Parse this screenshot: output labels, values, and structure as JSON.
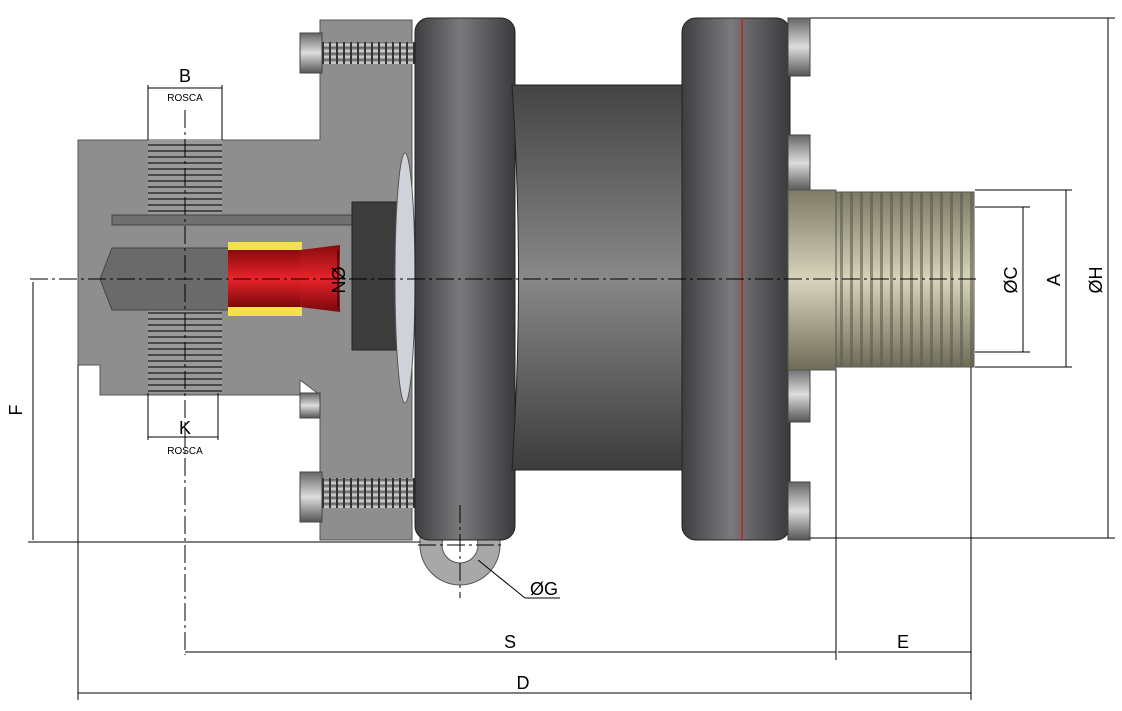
{
  "labels": {
    "B": "B",
    "B_sub": "ROSCA",
    "K": "K",
    "K_sub": "ROSCA",
    "F": "F",
    "N": "ØN",
    "G": "ØG",
    "S": "S",
    "E": "E",
    "D": "D",
    "C": "ØC",
    "A": "A",
    "H": "ØH"
  },
  "colors": {
    "body": "#8e8e8e",
    "flange": "#5a5a5c",
    "piston": "#d0141a",
    "seal": "#f3e04a",
    "fitting": "#b8b49a"
  }
}
